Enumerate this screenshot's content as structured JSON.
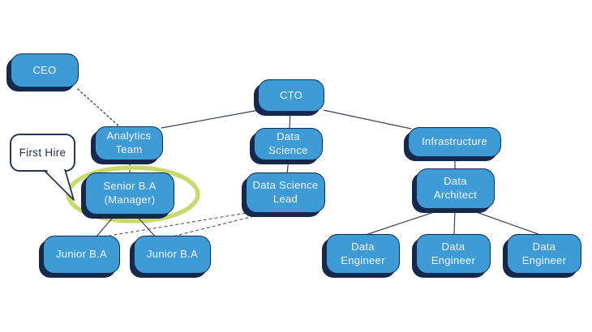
{
  "diagram": {
    "type": "org-chart",
    "title": "",
    "nodes": [
      {
        "id": "ceo",
        "label": "CEO"
      },
      {
        "id": "cto",
        "label": "CTO"
      },
      {
        "id": "analytics-team",
        "label": "Analytics\nTeam"
      },
      {
        "id": "data-science",
        "label": "Data\nScience"
      },
      {
        "id": "infrastructure",
        "label": "Infrastructure"
      },
      {
        "id": "senior-ba",
        "label": "Senior B.A\n(Manager)"
      },
      {
        "id": "ds-lead",
        "label": "Data Science\nLead"
      },
      {
        "id": "data-architect",
        "label": "Data\nArchitect"
      },
      {
        "id": "junior-ba-1",
        "label": "Junior B.A"
      },
      {
        "id": "junior-ba-2",
        "label": "Junior B.A"
      },
      {
        "id": "data-engineer-1",
        "label": "Data\nEngineer"
      },
      {
        "id": "data-engineer-2",
        "label": "Data\nEngineer"
      },
      {
        "id": "data-engineer-3",
        "label": "Data\nEngineer"
      }
    ],
    "edges": [
      {
        "from": "ceo",
        "to": "analytics-team",
        "style": "dotted"
      },
      {
        "from": "cto",
        "to": "analytics-team",
        "style": "solid"
      },
      {
        "from": "cto",
        "to": "data-science",
        "style": "solid"
      },
      {
        "from": "cto",
        "to": "infrastructure",
        "style": "solid"
      },
      {
        "from": "analytics-team",
        "to": "senior-ba",
        "style": "solid"
      },
      {
        "from": "data-science",
        "to": "ds-lead",
        "style": "solid"
      },
      {
        "from": "infrastructure",
        "to": "data-architect",
        "style": "solid"
      },
      {
        "from": "senior-ba",
        "to": "junior-ba-1",
        "style": "solid"
      },
      {
        "from": "senior-ba",
        "to": "junior-ba-2",
        "style": "solid"
      },
      {
        "from": "data-architect",
        "to": "data-engineer-1",
        "style": "solid"
      },
      {
        "from": "data-architect",
        "to": "data-engineer-2",
        "style": "solid"
      },
      {
        "from": "data-architect",
        "to": "data-engineer-3",
        "style": "solid"
      },
      {
        "from": "ds-lead",
        "to": "junior-ba-1",
        "style": "dashed"
      },
      {
        "from": "ds-lead",
        "to": "junior-ba-2",
        "style": "dashed"
      }
    ],
    "annotation": {
      "label": "First Hire",
      "target": "senior-ba"
    },
    "highlight": {
      "type": "ellipse",
      "target": "senior-ba",
      "color": "#C8DA6E"
    }
  },
  "colors": {
    "node_fill": "#3E9BD6",
    "node_border": "#14294D",
    "node_shadow": "#14294D",
    "node_text": "#F4F9FD",
    "connector_line": "#39455A",
    "highlight_ellipse": "#C8DA6E",
    "bubble_background": "#FFFFFF",
    "bubble_border": "#2A3550",
    "bubble_text": "#1E2B4A",
    "background": "#FFFFFF"
  }
}
